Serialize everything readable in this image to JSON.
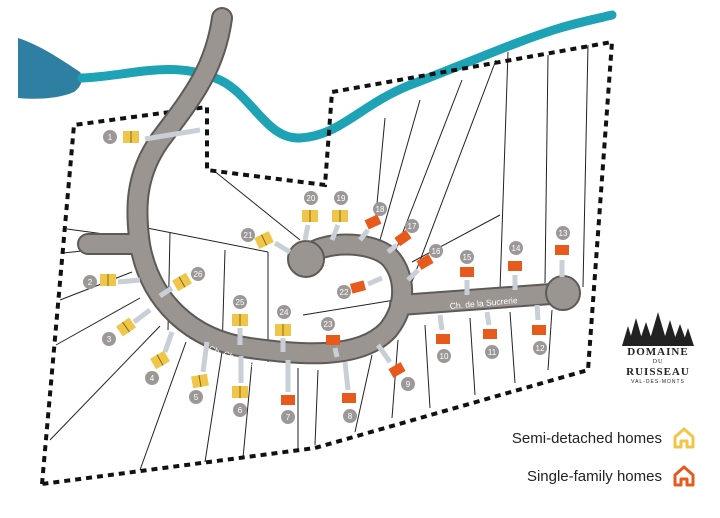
{
  "colors": {
    "semi_detached": "#f0c64a",
    "single_family": "#e8591c",
    "road": "#9a9590",
    "road_edge": "#5d5a57",
    "lot_circle": "#9b9897",
    "stream": "#1ea3b6",
    "lake": "#2f7fa3",
    "boundary": "#111111"
  },
  "roads": {
    "champagne": "Ch. Champagne",
    "sucrerie": "Ch. de la Sucrerie"
  },
  "lots": [
    {
      "n": "1",
      "type": "semi"
    },
    {
      "n": "2",
      "type": "semi"
    },
    {
      "n": "3",
      "type": "semi"
    },
    {
      "n": "4",
      "type": "semi"
    },
    {
      "n": "5",
      "type": "semi"
    },
    {
      "n": "6",
      "type": "semi"
    },
    {
      "n": "7",
      "type": "single"
    },
    {
      "n": "8",
      "type": "single"
    },
    {
      "n": "9",
      "type": "single"
    },
    {
      "n": "10",
      "type": "single"
    },
    {
      "n": "11",
      "type": "single"
    },
    {
      "n": "12",
      "type": "single"
    },
    {
      "n": "13",
      "type": "single"
    },
    {
      "n": "14",
      "type": "single"
    },
    {
      "n": "15",
      "type": "single"
    },
    {
      "n": "16",
      "type": "single"
    },
    {
      "n": "17",
      "type": "single"
    },
    {
      "n": "18",
      "type": "single"
    },
    {
      "n": "19",
      "type": "semi"
    },
    {
      "n": "20",
      "type": "semi"
    },
    {
      "n": "21",
      "type": "semi"
    },
    {
      "n": "22",
      "type": "single"
    },
    {
      "n": "23",
      "type": "single"
    },
    {
      "n": "24",
      "type": "semi"
    },
    {
      "n": "25",
      "type": "semi"
    },
    {
      "n": "26",
      "type": "semi"
    }
  ],
  "legend": {
    "semi_detached": "Semi-detached homes",
    "single_family": "Single-family homes"
  },
  "logo": {
    "line1": "DOMAINE",
    "line2": "DU",
    "line3": "RUISSEAU",
    "line4": "VAL-DES-MONTS"
  }
}
